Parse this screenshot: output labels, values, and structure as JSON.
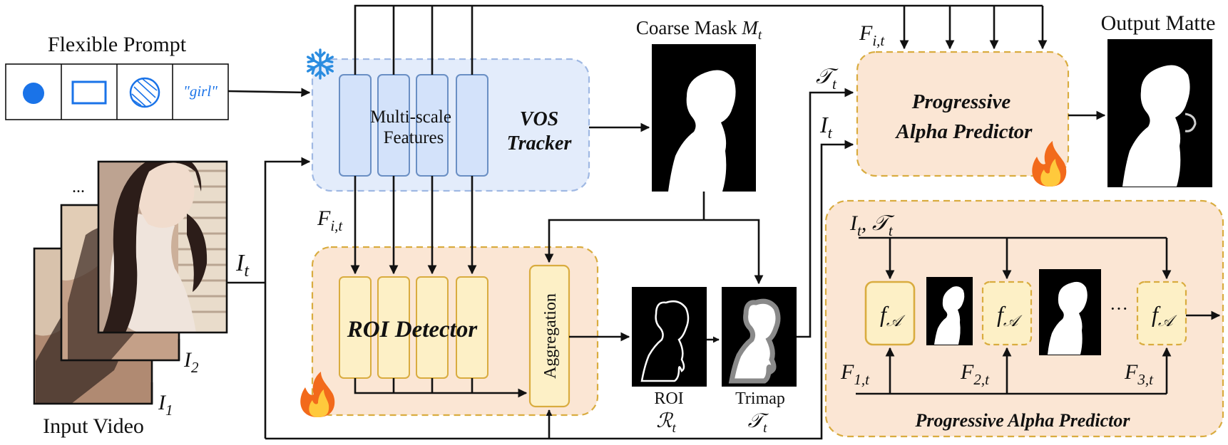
{
  "prompt": {
    "title": "Flexible Prompt",
    "text_prompt": "\"girl\"",
    "cells": [
      "point",
      "box",
      "scribble",
      "text"
    ]
  },
  "input": {
    "label": "Input Video",
    "ellipsis": "...",
    "frame_1": "I",
    "frame_1_sub": "1",
    "frame_2": "I",
    "frame_2_sub": "2",
    "frame_t": "I",
    "frame_t_sub": "t"
  },
  "vos": {
    "title_line1": "VOS",
    "title_line2": "Tracker",
    "features_line1": "Multi-scale",
    "features_line2": "Features",
    "feat_label": "F",
    "feat_label_sub": "i,t"
  },
  "roi_detector": {
    "title": "ROI Detector",
    "aggregation": "Aggregation"
  },
  "coarse_mask": {
    "label": "Coarse Mask ",
    "symbol": "M",
    "symbol_sub": "t"
  },
  "roi": {
    "label": "ROI",
    "symbol": "ℛ",
    "symbol_sub": "t"
  },
  "trimap": {
    "label": "Trimap",
    "symbol": "𝒯",
    "symbol_sub": "t"
  },
  "predictor": {
    "title_line1": "Progressive",
    "title_line2": "Alpha Predictor",
    "feat_label": "F",
    "feat_label_sub": "i,t",
    "trimap_in": "𝒯",
    "trimap_in_sub": "t",
    "image_in": "I",
    "image_in_sub": "t"
  },
  "output": {
    "label": "Output Matte"
  },
  "detail": {
    "title": "Progressive Alpha Predictor",
    "inputs_I": "I",
    "inputs_I_sub": "t",
    "inputs_sep": ", ",
    "inputs_T": "𝒯",
    "inputs_T_sub": "t",
    "block_f": "f",
    "block_sub": "𝒜",
    "ellipsis": "···",
    "f1": "F",
    "f1_sub": "1,t",
    "f2": "F",
    "f2_sub": "2,t",
    "f3": "F",
    "f3_sub": "3,t"
  },
  "icons": {
    "frozen": "snowflake-icon",
    "trainable": "flame-icon"
  },
  "colors": {
    "vos_fill": "#e3ecfb",
    "vos_border": "#9fb8e3",
    "feature_fill": "#d3e2fa",
    "feature_border": "#6a8fc4",
    "roi_fill": "#fbe6d4",
    "roi_border": "#d9ac3f",
    "block_fill": "#fdf0c6",
    "block_border": "#d9ac3f",
    "prompt_blue": "#1a73e8",
    "flame_orange": "#f26a1b",
    "snow_blue": "#2a8ce0"
  }
}
